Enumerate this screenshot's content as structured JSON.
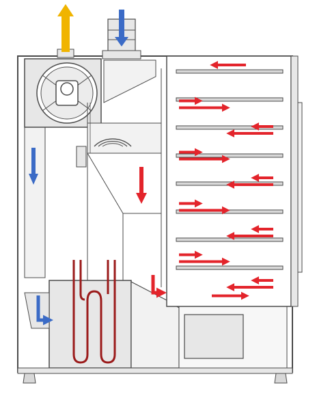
{
  "diagram": {
    "kind": "drying-cabinet-airflow-cutaway",
    "colors": {
      "outline": "#4a4a4a",
      "structure_fill": "#e7e7e7",
      "panel_fill": "#f2f2f2",
      "shelf_fill": "#d8d8d8",
      "hot_air": "#e3242b",
      "cool_air": "#3b6bc6",
      "exhaust": "#f0b400",
      "heater": "#9b1b1b"
    },
    "icons": {
      "exhaust_flow": "arrow-up-icon",
      "intake_flow": "arrow-down-icon",
      "hot_air_flow": "arrow-right-left-icon",
      "return_flow": "arrow-down-icon",
      "heater": "heating-coil-icon",
      "fan": "fan-icon"
    },
    "shelf_count": 8,
    "flow_direction_by_level": [
      "left",
      "right",
      "left",
      "right",
      "left",
      "right",
      "left",
      "right",
      "left",
      "right"
    ]
  }
}
